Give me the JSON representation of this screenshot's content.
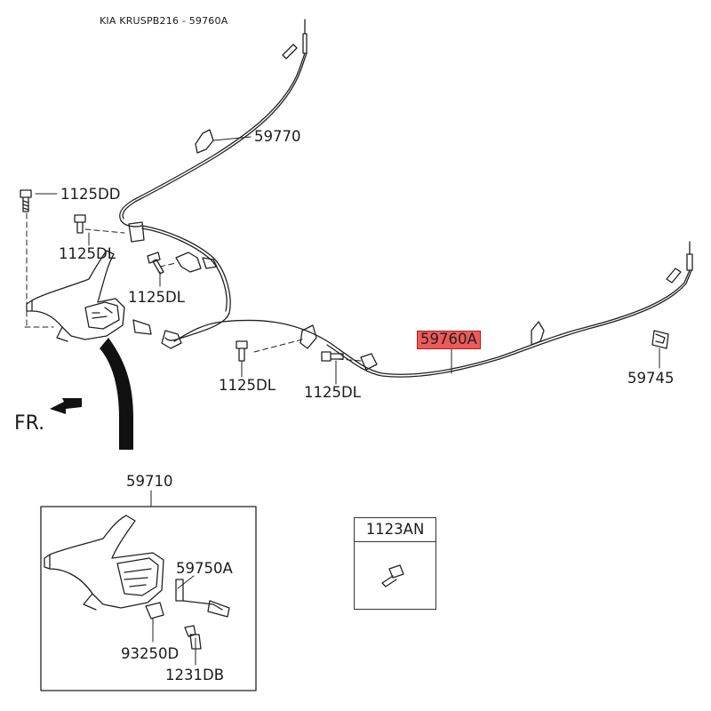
{
  "diagram": {
    "caption": "KIA KRUSPB216 - 59760A",
    "direction_label": "FR.",
    "parts": {
      "p59770": "59770",
      "p1125DD": "1125DD",
      "p1125DL_a": "1125DL",
      "p1125DL_b": "1125DL",
      "p1125DL_c": "1125DL",
      "p1125DL_d": "1125DL",
      "p59760A": "59760A",
      "p59745": "59745",
      "p59710": "59710",
      "p59750A": "59750A",
      "p93250D": "93250D",
      "p1231DB": "1231DB",
      "p1123AN": "1123AN"
    },
    "highlighted_part": "59760A",
    "colors": {
      "highlight": "#ee5a5a",
      "line": "#222222"
    }
  }
}
